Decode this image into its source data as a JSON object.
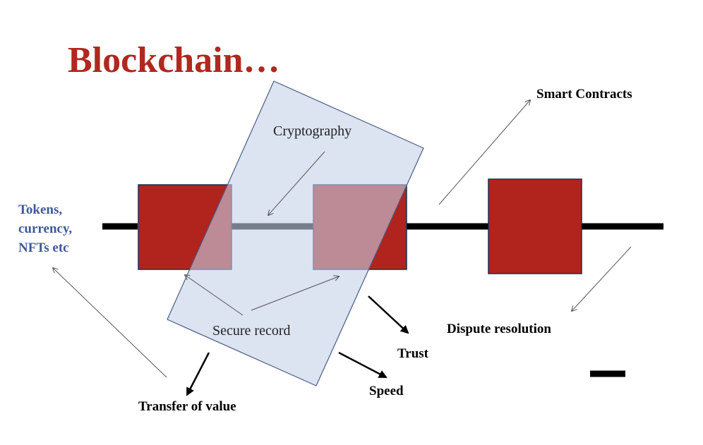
{
  "title": "Blockchain…",
  "labels": {
    "cryptography": "Cryptography",
    "secure_record": "Secure record",
    "smart_contracts": "Smart Contracts",
    "tokens_line1": "Tokens,",
    "tokens_line2": "currency,",
    "tokens_line3": "NFTs etc",
    "dispute_resolution": "Dispute resolution",
    "trust": "Trust",
    "speed": "Speed",
    "transfer_of_value": "Transfer of value"
  },
  "colors": {
    "title": "#b0281e",
    "block": "#b0241d",
    "overlay": "#c5d0e8",
    "tokens_text": "#3d5a99",
    "chain": "#000000"
  }
}
